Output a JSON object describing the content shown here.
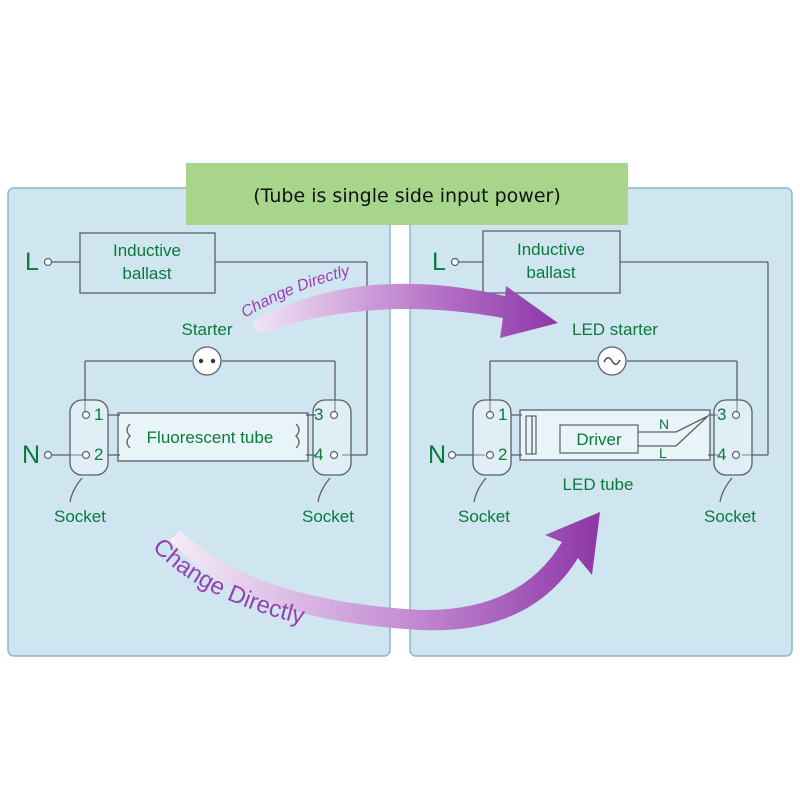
{
  "banner": {
    "text": "(Tube is single side input power)"
  },
  "left": {
    "L": "L",
    "N": "N",
    "ballast": [
      "Inductive",
      "ballast"
    ],
    "starter": "Starter",
    "tube": "Fluorescent tube",
    "pins": [
      "1",
      "2",
      "3",
      "4"
    ],
    "socket_left": "Socket",
    "socket_right": "Socket"
  },
  "right": {
    "L": "L",
    "N": "N",
    "ballast": [
      "Inductive",
      "ballast"
    ],
    "starter": "LED starter",
    "driver": "Driver",
    "driver_n": "N",
    "driver_l": "L",
    "tube_label": "LED tube",
    "pins": [
      "1",
      "2",
      "3",
      "4"
    ],
    "socket_left": "Socket",
    "socket_right": "Socket"
  },
  "arrows": {
    "top": "Change Directly",
    "bottom": "Change Directly"
  },
  "colors": {
    "panel_fill": "#cfe6f0",
    "panel_stroke": "#8fb6c8",
    "banner_fill": "#a8d58c",
    "label_green": "#0a7a3c",
    "arrow_purple": "#9b3fb0",
    "wire": "#58606a"
  }
}
